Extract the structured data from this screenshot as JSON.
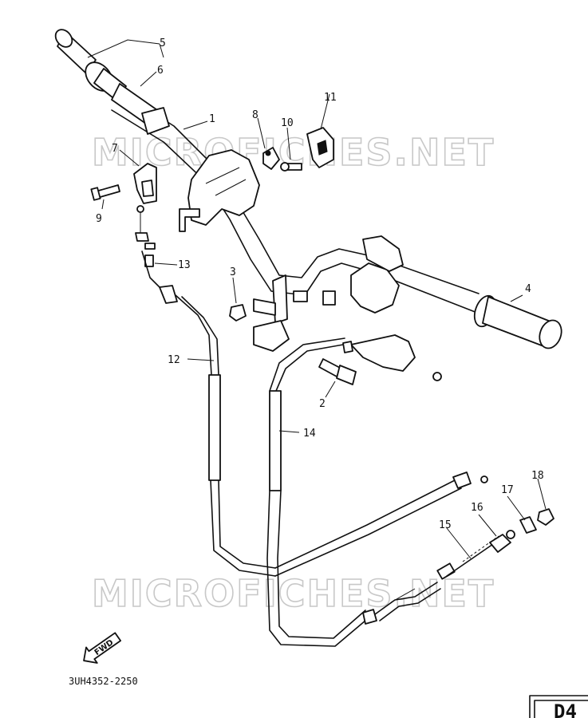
{
  "watermark": "MICROFICHES.NET",
  "diagram_code": "3UH4352-2250",
  "direction_label": "FWD",
  "page_code": "D4",
  "callouts": [
    "1",
    "2",
    "3",
    "4",
    "5",
    "6",
    "7",
    "8",
    "9",
    "10",
    "11",
    "12",
    "13",
    "14",
    "15",
    "16",
    "17",
    "18"
  ]
}
